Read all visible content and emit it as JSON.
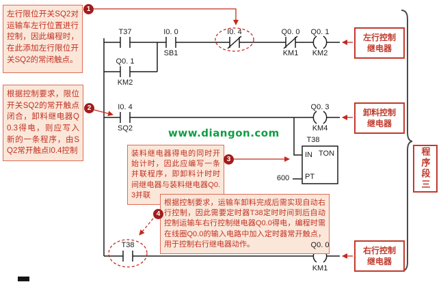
{
  "watermark": "www.diangon.com",
  "annotations": {
    "note1": {
      "number": "1",
      "text": "左行限位开关SQ2对运输车左行位置进行控制，因此编程时，在此添加左行限位开关SQ2的常闭触点。"
    },
    "note2": {
      "number": "2",
      "text": "根据控制要求，限位开关SQ2的常开触点闭合，卸料继电器Q0.3得电，则应写入新的一条程序，由SQ2常开触点I0.4控制"
    },
    "note3": {
      "number": "3",
      "text": "装料继电器得电的同时开始计时，因此应编写一条并联程序，即卸料计时时间继电器与装料继电器Q0.3并联"
    },
    "note4": {
      "number": "4",
      "text": "根据控制要求，运输车卸料完成后需实现自动右行控制，因此需要定时器T38定时时间到后自动控制运输车右行控制继电器Q0.0得电，编程时需在线圈Q0.0的输入电路中加入定时器常开触点，用于控制右行继电器动作。"
    }
  },
  "ladder": {
    "rung1": {
      "contact1_label": "T37",
      "contact2_label": "I0. 0",
      "contact2_sub": "SB1",
      "contact3_label": "I0. 4",
      "contact4_label": "Q0. 0",
      "contact4_sub": "KM1",
      "coil_label": "Q0. 1",
      "coil_sub": "KM2"
    },
    "branch": {
      "contact_label": "Q0. 1",
      "contact_sub": "KM2"
    },
    "rung2": {
      "contact1_label": "I0. 4",
      "contact1_sub": "SQ2",
      "coil_label": "Q0. 3",
      "coil_sub": "KM4"
    },
    "timer": {
      "name": "T38",
      "in_label": "IN",
      "type_label": "TON",
      "pt_label": "PT",
      "preset": "600"
    },
    "rung3": {
      "contact1_label": "T38",
      "coil_label": "Q0. 0",
      "coil_sub": "KM1"
    }
  },
  "side_labels": {
    "left_relay_line1": "左行控制",
    "left_relay_line2": "继电器",
    "unload_relay_line1": "卸料控制",
    "unload_relay_line2": "继电器",
    "right_relay_line1": "右行控制",
    "right_relay_line2": "继电器",
    "segment": "程序段三"
  }
}
